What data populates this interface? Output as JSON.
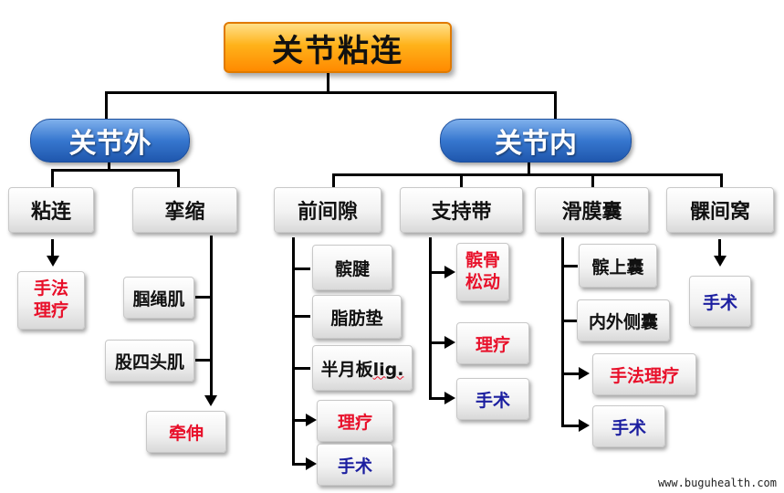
{
  "root": "关节粘连",
  "extra": {
    "label": "关节外",
    "粘连": "粘连",
    "挛缩": "挛缩",
    "manual": "手法\n理疗",
    "m1": "腘绳肌",
    "m2": "股四头肌",
    "stretch": "牵伸"
  },
  "intra": {
    "label": "关节内",
    "gap": {
      "label": "前间隙",
      "i1": "髌腱",
      "i2": "脂肪垫",
      "i3": "半月板lig.",
      "i4": "理疗",
      "i5": "手术"
    },
    "ret": {
      "label": "支持带",
      "i1": "髌骨\n松动",
      "i2": "理疗",
      "i3": "手术"
    },
    "bursa": {
      "label": "滑膜囊",
      "i1": "髌上囊",
      "i2": "内外侧囊",
      "i3": "手法理疗",
      "i4": "手术"
    },
    "fossa": {
      "label": "髁间窝",
      "i1": "手术"
    }
  },
  "watermark": "www.buguhealth.com"
}
